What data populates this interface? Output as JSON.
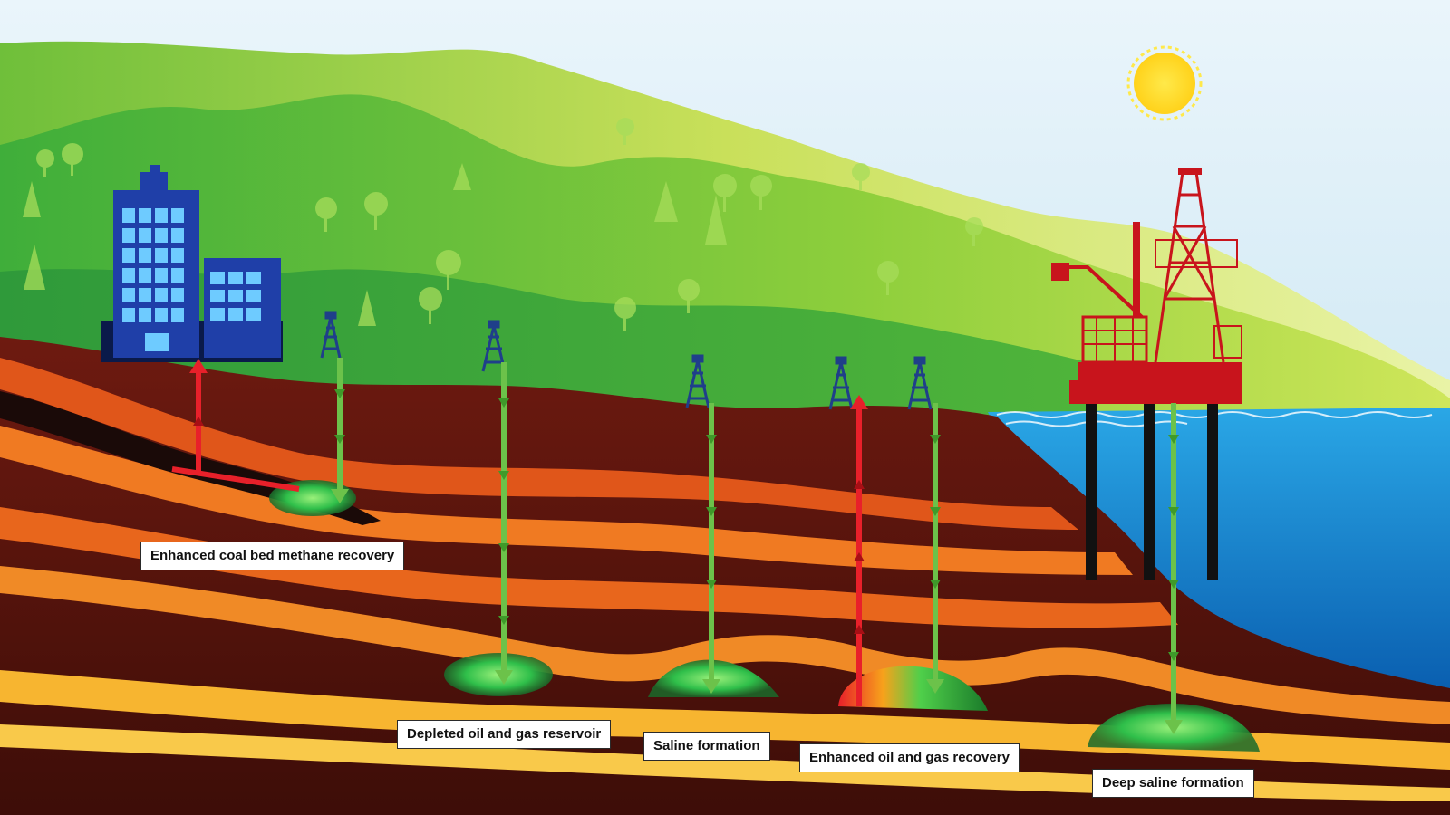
{
  "labels": {
    "coal_bed": "Enhanced coal bed methane recovery",
    "depleted": "Depleted oil and gas reservoir",
    "saline": "Saline formation",
    "enhanced_oil": "Enhanced oil and gas recovery",
    "deep_saline": "Deep saline formation"
  },
  "colors": {
    "injection": "#6cc24a",
    "extraction": "#e8202a",
    "storage": "#2fbf4a",
    "sea": "#1a8fd6",
    "rig": "#c8141c",
    "building": "#1f3fa8"
  }
}
